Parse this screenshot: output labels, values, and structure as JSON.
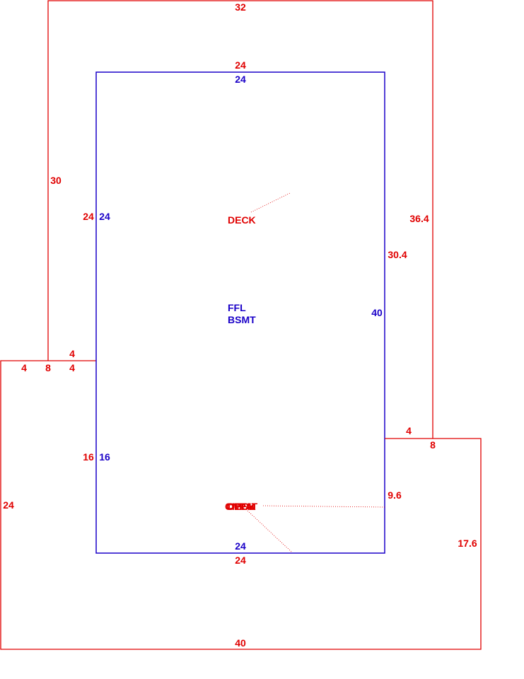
{
  "colors": {
    "outer": "#e00000",
    "inner": "#1a00c8",
    "background": "#ffffff"
  },
  "labels": {
    "deck": "DECK",
    "ffl": "FFL",
    "bsmt": "BSMT",
    "overlap_1": "CNPAT",
    "overlap_2": "OPEN",
    "overlap_3": "DECK"
  },
  "outer_dimensions": {
    "top": "32",
    "left_upper": "30",
    "step_upper": "4",
    "step_left": "4",
    "step_mid": "8",
    "step_right": "4",
    "left_lower": "24",
    "bottom": "40",
    "right_lower": "17.6",
    "right_step_top": "4",
    "right_step_bottom": "8",
    "right_upper": "36.4",
    "inner_top": "24",
    "inner_left_upper": "24",
    "inner_left_lower": "16",
    "inner_bottom": "24",
    "inner_right_upper": "30.4",
    "inner_right_lower": "9.6"
  },
  "inner_dimensions": {
    "top": "24",
    "left_upper": "24",
    "left_lower": "16",
    "bottom": "24",
    "right": "40"
  }
}
